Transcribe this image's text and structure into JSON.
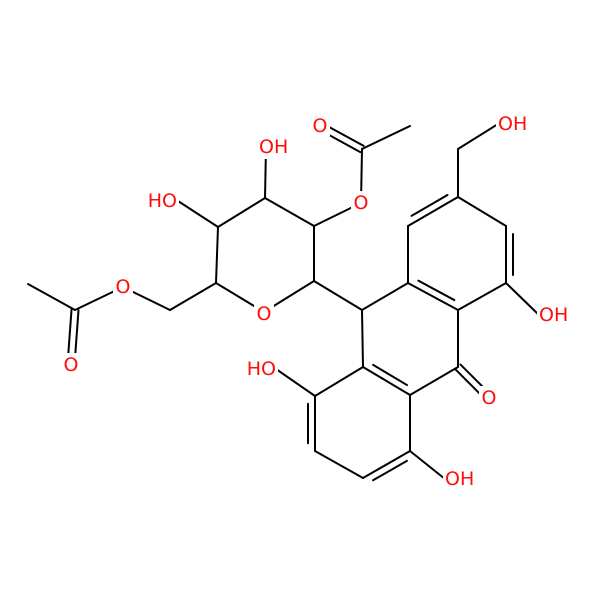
{
  "colors": {
    "background": "#ffffff",
    "bond": "#000000",
    "oxygen": "#ff0d0d"
  },
  "labels": {
    "o_acetyl_top_carbonyl": "O",
    "o_acetyl_top_ester": "O",
    "o_oh_3": "OH",
    "o_oh_4": "HO",
    "o_ring": "O",
    "o_acetyl_left_ester": "O",
    "o_acetyl_left_carbonyl": "O",
    "o_ch2oh": "OH",
    "o_oh_1": "OH",
    "o_ketone": "O",
    "o_oh_8": "HO",
    "o_oh_5": "OH"
  }
}
